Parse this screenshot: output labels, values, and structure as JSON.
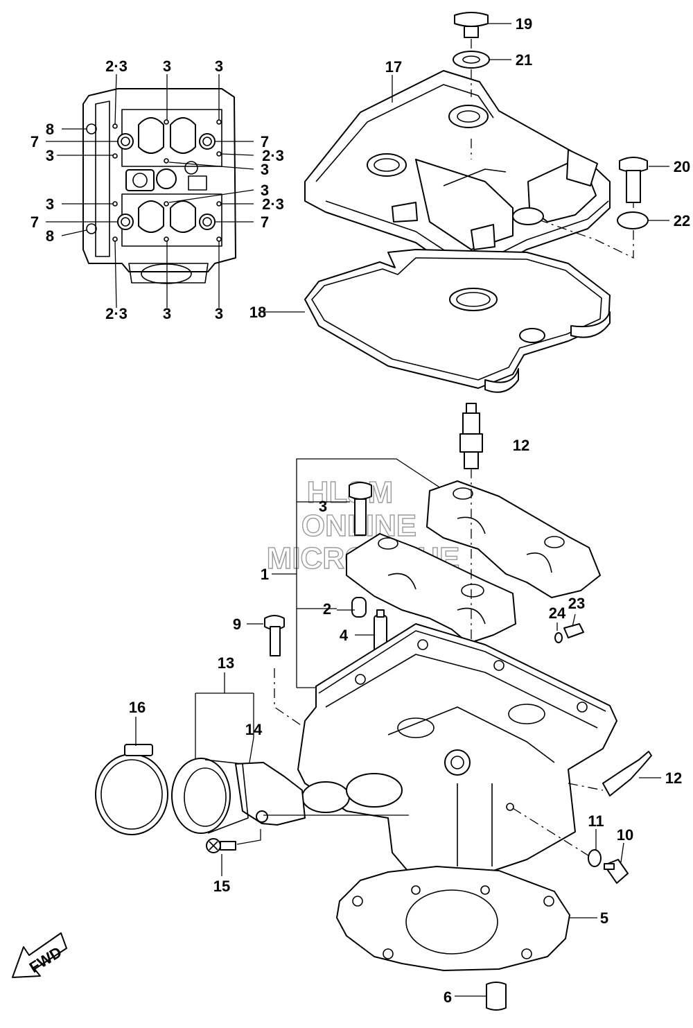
{
  "callouts": [
    {
      "id": "c-2-3-tl",
      "text": "2·3"
    },
    {
      "id": "c-3-t1",
      "text": "3"
    },
    {
      "id": "c-3-t2",
      "text": "3"
    },
    {
      "id": "c-8-a",
      "text": "8"
    },
    {
      "id": "c-7-a",
      "text": "7"
    },
    {
      "id": "c-3-l1",
      "text": "3"
    },
    {
      "id": "c-7-r1",
      "text": "7"
    },
    {
      "id": "c-2-3-r1",
      "text": "2·3"
    },
    {
      "id": "c-3-r1",
      "text": "3"
    },
    {
      "id": "c-3-r2",
      "text": "3"
    },
    {
      "id": "c-3-l2",
      "text": "3"
    },
    {
      "id": "c-2-3-r2",
      "text": "2·3"
    },
    {
      "id": "c-7-b",
      "text": "7"
    },
    {
      "id": "c-7-r2",
      "text": "7"
    },
    {
      "id": "c-8-b",
      "text": "8"
    },
    {
      "id": "c-2-3-bl",
      "text": "2·3"
    },
    {
      "id": "c-3-b1",
      "text": "3"
    },
    {
      "id": "c-3-b2",
      "text": "3"
    },
    {
      "id": "c-19",
      "text": "19"
    },
    {
      "id": "c-21",
      "text": "21"
    },
    {
      "id": "c-17",
      "text": "17"
    },
    {
      "id": "c-20",
      "text": "20"
    },
    {
      "id": "c-22",
      "text": "22"
    },
    {
      "id": "c-18",
      "text": "18"
    },
    {
      "id": "c-12-a",
      "text": "12"
    },
    {
      "id": "c-3-mid",
      "text": "3"
    },
    {
      "id": "c-1",
      "text": "1"
    },
    {
      "id": "c-2",
      "text": "2"
    },
    {
      "id": "c-4",
      "text": "4"
    },
    {
      "id": "c-9",
      "text": "9"
    },
    {
      "id": "c-24",
      "text": "24"
    },
    {
      "id": "c-23",
      "text": "23"
    },
    {
      "id": "c-13",
      "text": "13"
    },
    {
      "id": "c-16",
      "text": "16"
    },
    {
      "id": "c-14",
      "text": "14"
    },
    {
      "id": "c-12-b",
      "text": "12"
    },
    {
      "id": "c-11",
      "text": "11"
    },
    {
      "id": "c-10",
      "text": "10"
    },
    {
      "id": "c-15",
      "text": "15"
    },
    {
      "id": "c-5",
      "text": "5"
    },
    {
      "id": "c-6",
      "text": "6"
    }
  ],
  "watermark": [
    "HLSM",
    "ONLINE",
    "MICROFICHE"
  ],
  "fwd_label": "FWD"
}
